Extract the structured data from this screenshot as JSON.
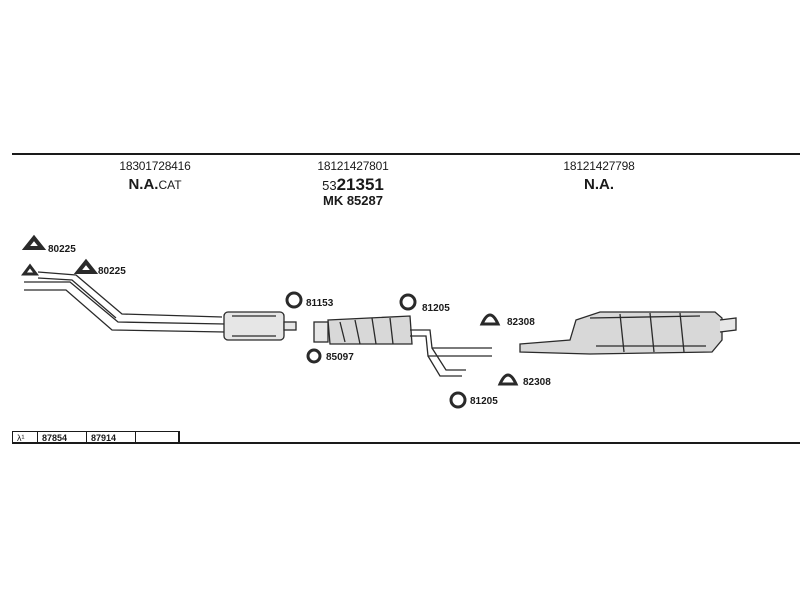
{
  "sections": [
    {
      "part_number": "18301728416",
      "name": "N.A.",
      "name_suffix": "CAT"
    },
    {
      "part_number": "18121427801",
      "name_prefix": "53",
      "name": "21351",
      "kit": "MK  85287"
    },
    {
      "part_number": "18121427798",
      "name": "N.A."
    }
  ],
  "parts": {
    "p1": "80225",
    "p2": "80225",
    "p3": "81153",
    "p4": "85097",
    "p5": "81205",
    "p6": "82308",
    "p7": "82308",
    "p8": "81205"
  },
  "table": {
    "symbol": "λ¹",
    "cells": [
      "87854",
      "87914",
      ""
    ]
  }
}
